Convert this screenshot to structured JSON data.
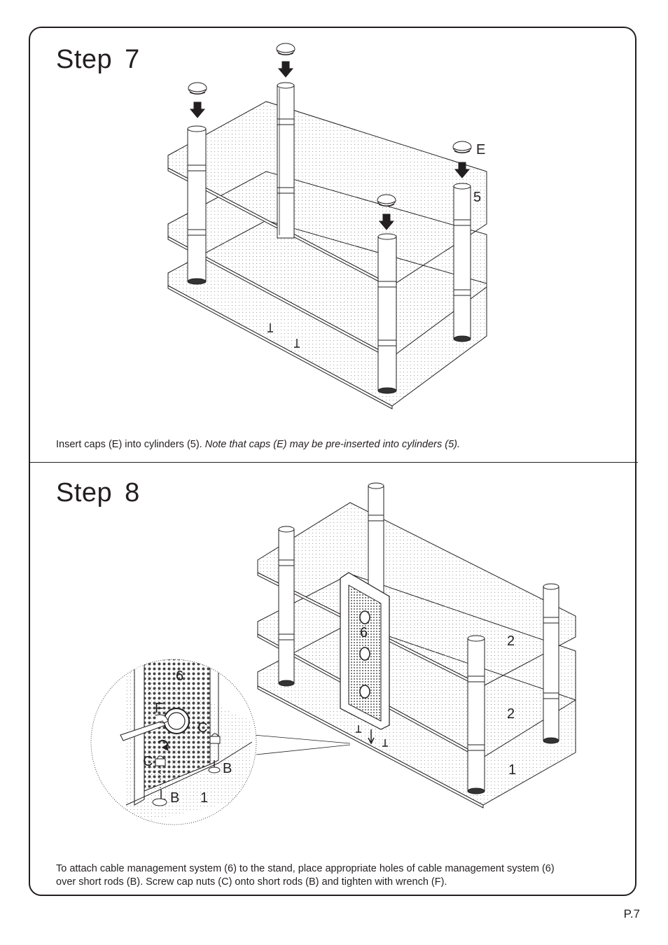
{
  "step7": {
    "title_word": "Step",
    "title_number": "7",
    "caption_text": "Insert caps (E) into cylinders (5). ",
    "caption_note": "Note that caps (E) may be pre-inserted into cylinders (5).",
    "labels": {
      "cap": "E",
      "cylinder": "5"
    }
  },
  "step8": {
    "title_word": "Step",
    "title_number": "8",
    "caption_line1": "To attach cable management system (6) to the stand, place appropriate holes of cable management system (6)",
    "caption_line2": "over short rods (B). Screw cap nuts (C) onto short rods (B) and tighten with wrench (F).",
    "labels": {
      "panel": "6",
      "shelf_top": "2",
      "shelf_middle": "2",
      "shelf_bottom": "1",
      "detail_panel": "6",
      "detail_wrench": "F",
      "detail_cap_nut_right": "C",
      "detail_cap_nut_left": "C",
      "detail_rod_right": "B",
      "detail_rod_left": "B",
      "detail_base": "1"
    }
  },
  "page_number": "P.7"
}
